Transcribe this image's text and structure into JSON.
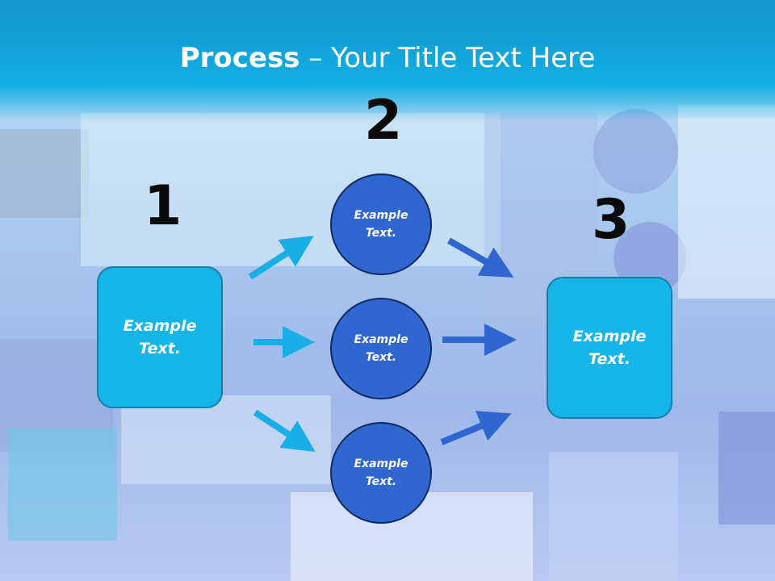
{
  "title": {
    "bold": "Process",
    "rest": " – Your Title Text Here"
  },
  "steps": [
    "1",
    "2",
    "3"
  ],
  "left_box": {
    "line1": "Example",
    "line2": "Text."
  },
  "right_box": {
    "line1": "Example",
    "line2": "Text."
  },
  "circles": [
    {
      "line1": "Example",
      "line2": "Text."
    },
    {
      "line1": "Example",
      "line2": "Text."
    },
    {
      "line1": "Example",
      "line2": "Text."
    }
  ],
  "colors": {
    "box": "#16b5e8",
    "circle": "#2f66cf",
    "arrow_light": "#1aaee6",
    "arrow_dark": "#2f66cf"
  }
}
